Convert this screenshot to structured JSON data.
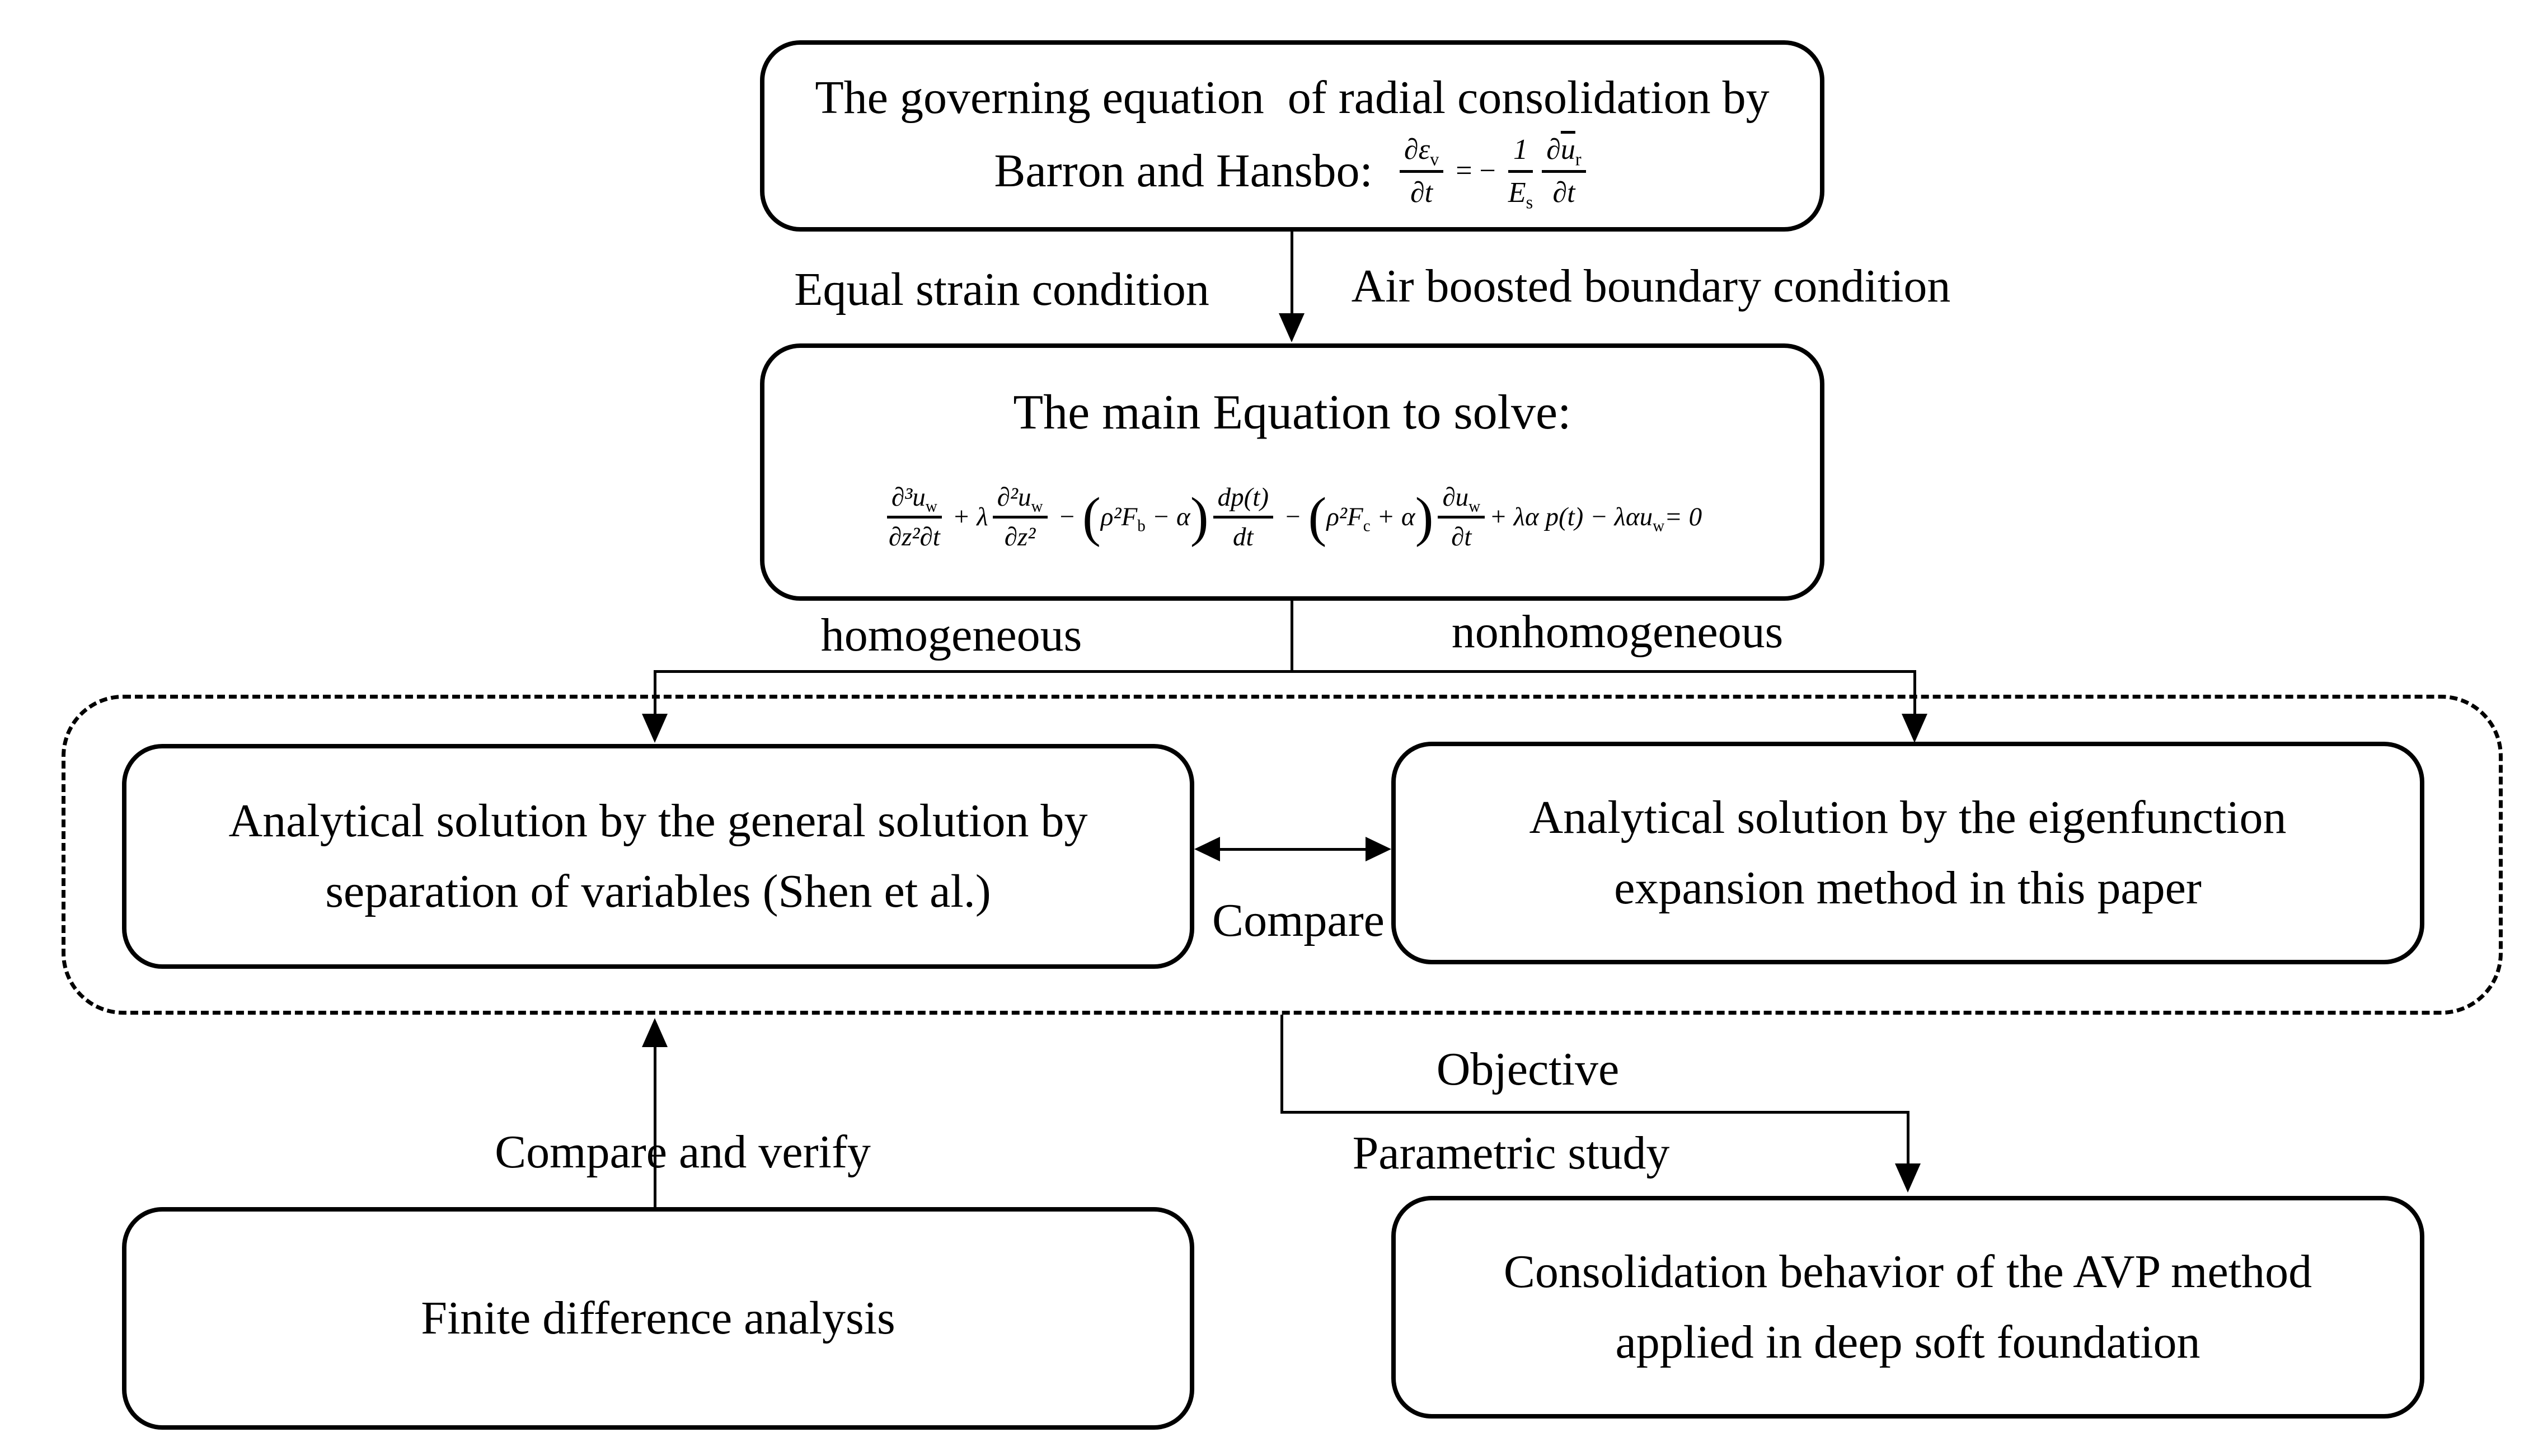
{
  "top_box": {
    "line1": "The governing equation  of radial consolidation by",
    "line2": "Barron and Hansbo:"
  },
  "gov_eq": {
    "n1": "∂ε",
    "n1s": "v",
    "d1": "∂t",
    "rel": "= −",
    "n2": "1",
    "d2": "E",
    "d2s": "s",
    "n3a": "∂",
    "n3u": "u",
    "n3s": "r",
    "d3": "∂t"
  },
  "main_box": {
    "title": "The main Equation to solve:"
  },
  "main_eq": {
    "n1": "∂³u",
    "n1s": "w",
    "d1": "∂z²∂t",
    "op1": "+",
    "lam": "λ",
    "n2": "∂²u",
    "n2s": "w",
    "d2": "∂z²",
    "op2": "−",
    "lp": "(",
    "rp": ")",
    "g1": "ρ²F",
    "g1s": "b",
    "g1r": " − α",
    "n3": "dp(t)",
    "d3": "dt",
    "op3": "−",
    "g2": "ρ²F",
    "g2s": "c",
    "g2r": " + α",
    "n4": "∂u",
    "n4s": "w",
    "d4": "∂t",
    "t1": "+ λα p(t) − λαu",
    "t1s": "w",
    "t2": "= 0"
  },
  "edge_labels": {
    "equal_strain": "Equal strain condition",
    "air_boosted": "Air boosted boundary condition",
    "homogeneous": "homogeneous",
    "nonhomogeneous": "nonhomogeneous",
    "compare": "Compare",
    "compare_verify": "Compare and verify",
    "objective": "Objective",
    "parametric": "Parametric study"
  },
  "solution_boxes": {
    "left1": "Analytical solution by the general solution by",
    "left2": "separation of variables (Shen et al.)",
    "right1": "Analytical solution by the eigenfunction",
    "right2": "expansion method in this paper"
  },
  "bottom_boxes": {
    "fdm": "Finite difference analysis",
    "avp1": "Consolidation behavior of the AVP method",
    "avp2": "applied in deep soft foundation"
  },
  "colors": {
    "ink": "#000000",
    "background": "#ffffff"
  }
}
